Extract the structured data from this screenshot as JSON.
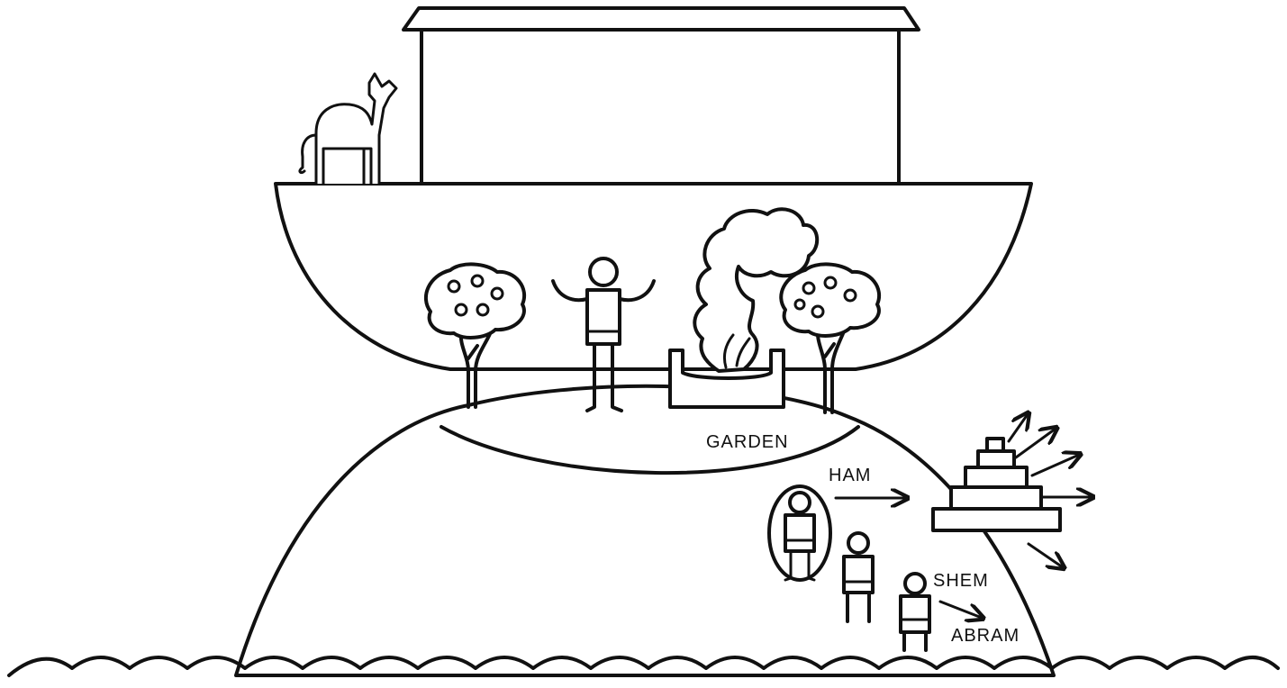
{
  "labels": {
    "garden": "GARDEN",
    "ham": "HAM",
    "shem": "SHEM",
    "abram": "ABRAM"
  },
  "icons": [
    "ark-icon",
    "donkey-icon",
    "fruit-tree-icon",
    "person-icon",
    "altar-icon",
    "smoke-icon",
    "ziggurat-icon",
    "arrow-icon",
    "waves-icon"
  ],
  "colors": {
    "ink": "#111111",
    "paper": "#ffffff"
  }
}
